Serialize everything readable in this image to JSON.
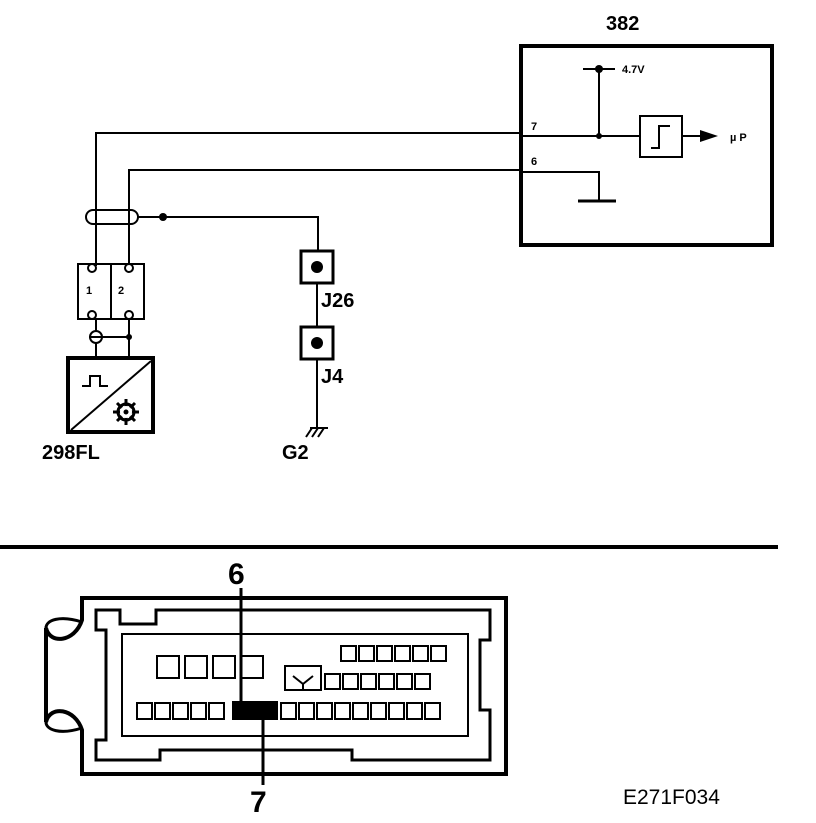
{
  "ecu": {
    "id": "382",
    "voltage": "4.7V",
    "pin7": "7",
    "pin6": "6",
    "output": "µ P"
  },
  "sensor": {
    "id": "298FL",
    "terminal1": "1",
    "terminal2": "2"
  },
  "connectors": {
    "j26": "J26",
    "j4": "J4"
  },
  "ground": {
    "id": "G2"
  },
  "connector_view": {
    "pin6": "6",
    "pin7": "7"
  },
  "figure_id": "E271F034",
  "colors": {
    "line": "#000000",
    "background": "#ffffff"
  }
}
